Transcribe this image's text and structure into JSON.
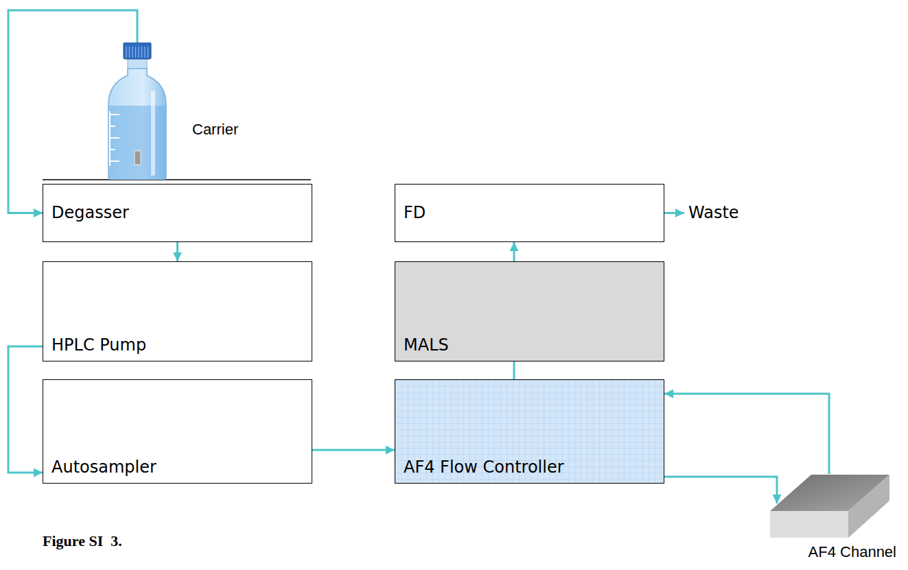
{
  "diagram": {
    "caption": "Figure SI  3.",
    "nodes": [
      {
        "text": [
          "Carrier"
        ]
      },
      {
        "text": [
          "Degasser"
        ]
      },
      {
        "text": [
          "HPLC Pump"
        ]
      },
      {
        "text": [
          "Autosampler"
        ]
      },
      {
        "text": [
          "FD"
        ]
      },
      {
        "text": [
          "Waste"
        ]
      },
      {
        "text": [
          "MALS"
        ]
      },
      {
        "text": [
          "AF4 Flow Controller"
        ]
      },
      {
        "text": [
          "AF4 Channel"
        ]
      }
    ],
    "edges": [
      {
        "from": 0,
        "to": 1,
        "arrow": "to"
      },
      {
        "from": 1,
        "to": 2,
        "arrow": "to"
      },
      {
        "from": 2,
        "to": 3,
        "arrow": "to"
      },
      {
        "from": 3,
        "to": 7,
        "arrow": "to"
      },
      {
        "from": 7,
        "to": 6,
        "arrow": "none"
      },
      {
        "from": 6,
        "to": 4,
        "arrow": "to"
      },
      {
        "from": 4,
        "to": 5,
        "arrow": "to"
      },
      {
        "from": 7,
        "to": 8,
        "arrow": "to"
      },
      {
        "from": 8,
        "to": 7,
        "arrow": "to"
      }
    ]
  }
}
